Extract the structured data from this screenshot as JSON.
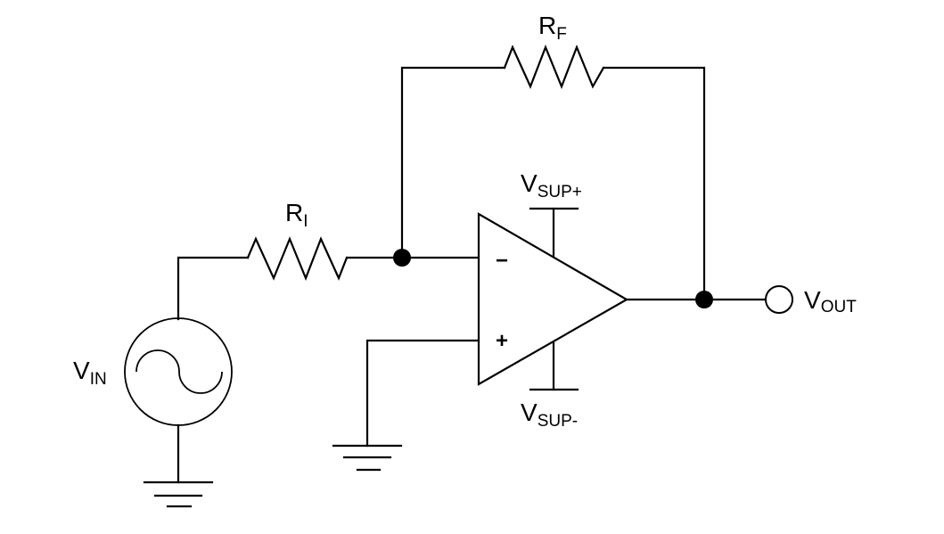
{
  "diagram": {
    "type": "inverting-op-amp-circuit",
    "labels": {
      "rf": {
        "main": "R",
        "sub": "F"
      },
      "ri": {
        "main": "R",
        "sub": "I"
      },
      "vsup_pos": {
        "main": "V",
        "sub": "SUP+"
      },
      "vsup_neg": {
        "main": "V",
        "sub": "SUP-"
      },
      "vin": {
        "main": "V",
        "sub": "IN"
      },
      "vout": {
        "main": "V",
        "sub": "OUT"
      }
    },
    "opamp": {
      "inverting_sign": "−",
      "noninverting_sign": "+"
    },
    "components": [
      "feedback-resistor",
      "input-resistor",
      "op-amp",
      "ac-voltage-source",
      "ground",
      "ground",
      "output-terminal"
    ],
    "colors": {
      "stroke": "#000000",
      "background": "#ffffff"
    }
  }
}
